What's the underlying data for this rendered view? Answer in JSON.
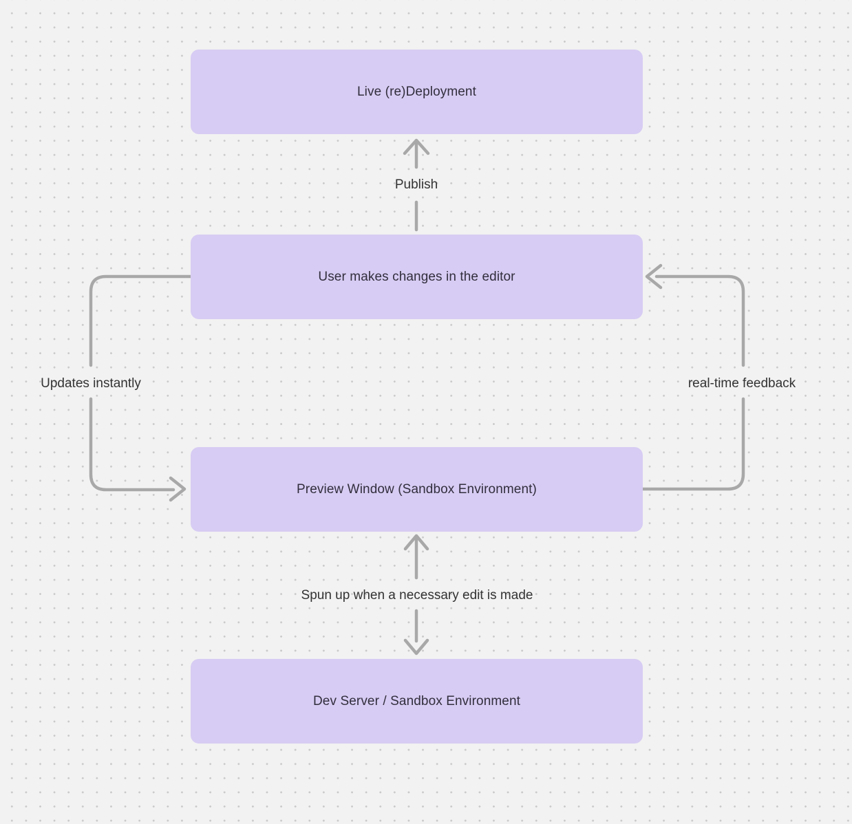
{
  "canvas": {
    "colors": {
      "background": "#f2f2f2",
      "grid_dot": "#c9c9c9",
      "node_fill": "#d7ccf3",
      "arrow": "#a8a8a8",
      "node_text": "#322e3d",
      "label_text": "#333333"
    }
  },
  "diagram": {
    "nodes": [
      {
        "id": "live-redeployment",
        "label": "Live (re)Deployment"
      },
      {
        "id": "editor",
        "label": "User makes changes in the editor"
      },
      {
        "id": "preview-window",
        "label": "Preview Window (Sandbox Environment)"
      },
      {
        "id": "dev-server",
        "label": "Dev Server / Sandbox Environment"
      }
    ],
    "edges": [
      {
        "id": "publish",
        "label": "Publish",
        "from": "editor",
        "to": "live-redeployment",
        "style": "straight-up-arrow"
      },
      {
        "id": "updates-instantly",
        "label": "Updates instantly",
        "from": "editor",
        "to": "preview-window",
        "style": "left-side-loop-arrow"
      },
      {
        "id": "real-time-feedback",
        "label": "real-time feedback",
        "from": "preview-window",
        "to": "editor",
        "style": "right-side-loop-arrow"
      },
      {
        "id": "spun-up",
        "label": "Spun up when a necessary edit is made",
        "from": "dev-server",
        "to": "preview-window",
        "style": "bidirectional-vertical-arrow"
      }
    ]
  }
}
